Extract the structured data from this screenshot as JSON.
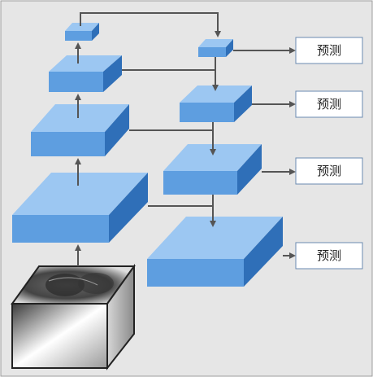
{
  "diagram": {
    "output_labels": [
      "预测",
      "预测",
      "预测",
      "预测"
    ],
    "colors": {
      "background": "#e6e6e6",
      "border": "#9a9a9a",
      "block_front": "#5e9ee0",
      "block_top": "#9cc7f2",
      "block_side": "#2f6fb8",
      "arrow": "#555555",
      "label_box_fill": "#ffffff",
      "label_box_stroke": "#6a8ab0"
    }
  }
}
